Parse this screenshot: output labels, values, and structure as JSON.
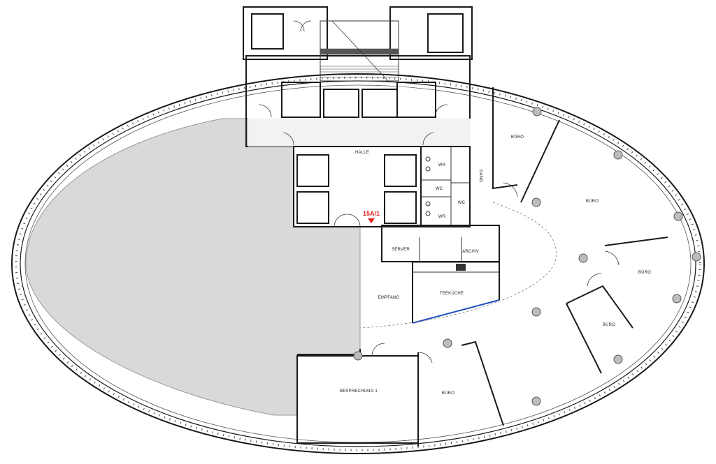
{
  "plan": {
    "rooms": {
      "halle": "HALLE",
      "gang": "GANG",
      "wr_top": "WR",
      "wc_1": "WC",
      "wc_2": "WC",
      "wr_bottom": "WR",
      "server": "SERVER",
      "archiv": "ARCHIV",
      "empfang": "EMPFANG",
      "teekueche": "TEEKÜCHE",
      "buero_1": "BÜRO",
      "buero_2": "BÜRO",
      "buero_3": "BÜRO",
      "buero_4": "BÜRO",
      "buero_5": "BÜRO",
      "besprechung": "BESPRECHUNG 1"
    },
    "marker": {
      "label": "15A/1",
      "color": "#e02020"
    },
    "colors": {
      "unit_area_fill": "#d9d9d9",
      "core_fill": "#f2f2f2",
      "glazing": "#1f4fbf",
      "wall": "#1a1a1a"
    }
  }
}
